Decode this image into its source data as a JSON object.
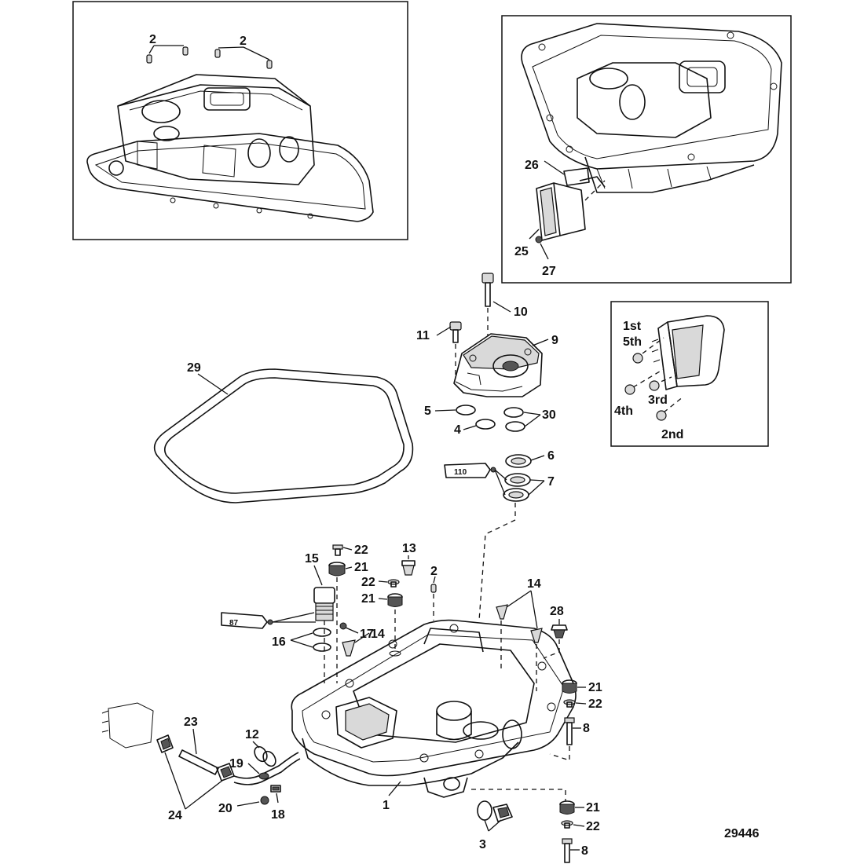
{
  "callouts": {
    "c1": "1",
    "c2": "2",
    "c3": "3",
    "c4": "4",
    "c5": "5",
    "c6": "6",
    "c7": "7",
    "c8": "8",
    "c9": "9",
    "c10": "10",
    "c11": "11",
    "c12": "12",
    "c13": "13",
    "c14": "14",
    "c15": "15",
    "c16": "16",
    "c17": "17",
    "c18": "18",
    "c19": "19",
    "c20": "20",
    "c21": "21",
    "c22": "22",
    "c23": "23",
    "c24": "24",
    "c25": "25",
    "c26": "26",
    "c27": "27",
    "c28": "28",
    "c29": "29",
    "c30": "30"
  },
  "tube_labels": {
    "sealant_110": "110",
    "sealant_87": "87"
  },
  "torque_sequence": {
    "s1": "1st",
    "s5": "5th",
    "s3": "3rd",
    "s4": "4th",
    "s2": "2nd"
  },
  "figure_number": "29446"
}
